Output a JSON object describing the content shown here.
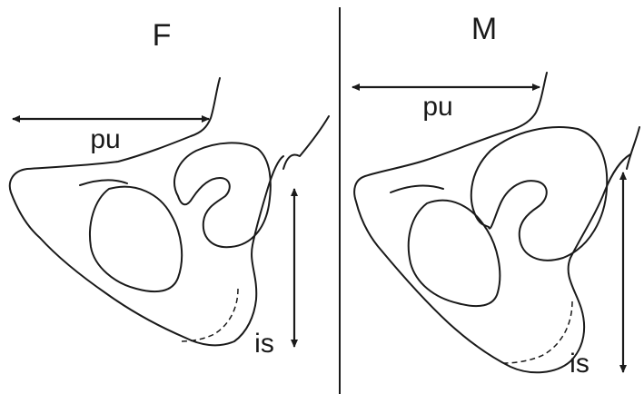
{
  "panels": [
    {
      "title": "F",
      "labels": {
        "pubis": "pu",
        "ischium": "is"
      }
    },
    {
      "title": "M",
      "labels": {
        "pubis": "pu",
        "ischium": "is"
      }
    }
  ],
  "colors": {
    "line": "#1a1a1a",
    "background": "#ffffff"
  }
}
